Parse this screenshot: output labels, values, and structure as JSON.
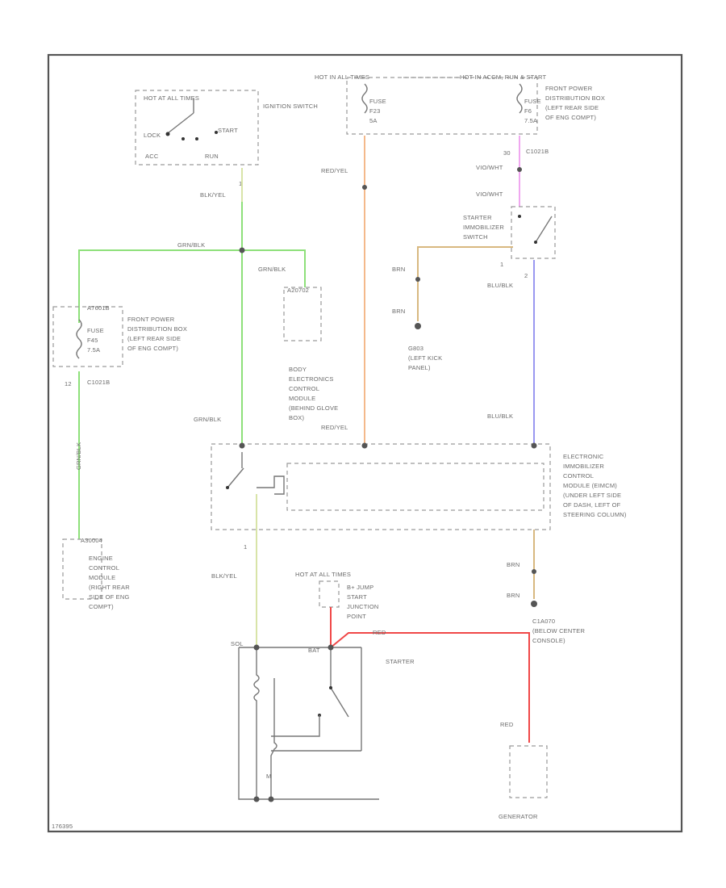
{
  "colors": {
    "grn_blk": "#8ee07a",
    "red_yel": "#f4b98b",
    "vio_wht": "#f0a8f0",
    "blu_blk": "#9a98f0",
    "brn": "#d8b880",
    "red": "#f04848",
    "blk_yel": "#d8e4a8"
  },
  "labels": {
    "ign_hot": "HOT AT ALL TIMES",
    "ign_name": "IGNITION SWITCH",
    "ign_lock": "LOCK",
    "ign_acc": "ACC",
    "ign_run": "RUN",
    "ign_start": "START",
    "fuse_top_hot1": "HOT IN ALL TIMES",
    "fuse_top_hot2": "HOT IN ACCM, RUN & START",
    "fuse_top_f1": "FUSE",
    "fuse_top_f1n": "F23",
    "fuse_top_f1a": "5A",
    "fuse_top_f2": "FUSE",
    "fuse_top_f2n": "F6",
    "fuse_top_f2a": "7.5A",
    "fuse_top_name1": "FRONT POWER",
    "fuse_top_name2": "DISTRIBUTION BOX",
    "fuse_top_name3": "(LEFT REAR SIDE",
    "fuse_top_name4": "OF ENG COMPT)",
    "conn_c1": "C1021B",
    "wire_vio1": "VIO/WHT",
    "wire_vio2": "VIO/WHT",
    "starter_imm1": "STARTER",
    "starter_imm2": "IMMOBILIZER",
    "starter_imm3": "SWITCH",
    "wire_blk_yel_top": "BLK/YEL",
    "wire_red_yel_top": "RED/YEL",
    "wire_grn_blk1": "GRN/BLK",
    "wire_grn_blk2": "GRN/BLK",
    "wire_grn_blk3": "GRN/BLK",
    "wire_grn_blk4": "GRN/BLK",
    "wire_brn1": "BRN",
    "wire_brn2": "BRN",
    "wire_blu_blk1": "BLU/BLK",
    "wire_blu_blk2": "BLU/BLK",
    "wire_red_yel2": "RED/YEL",
    "g_brn_conn": "G803",
    "g_brn_name1": "(LEFT KICK",
    "g_brn_name2": "PANEL)",
    "fuse_left_conn": "A7601B",
    "fuse_left_f": "FUSE",
    "fuse_left_fn": "F45",
    "fuse_left_fa": "7.5A",
    "fuse_left_name1": "FRONT POWER",
    "fuse_left_name2": "DISTRIBUTION BOX",
    "fuse_left_name3": "(LEFT REAR SIDE",
    "fuse_left_name4": "OF ENG COMPT)",
    "fuse_left_c": "C1021B",
    "fuse_left_pin": "12",
    "becm_conn": "A20702",
    "becm1": "BODY",
    "becm2": "ELECTRONICS",
    "becm3": "CONTROL",
    "becm4": "MODULE",
    "becm5": "(BEHIND GLOVE",
    "becm6": "BOX)",
    "ecm_conn": "A30004",
    "ecm1": "ENGINE",
    "ecm2": "CONTROL",
    "ecm3": "MODULE",
    "ecm4": "(RIGHT REAR",
    "ecm5": "SIDE OF ENG",
    "ecm6": "COMPT)",
    "eim1": "ELECTRONIC",
    "eim2": "IMMOBILIZER",
    "eim3": "CONTROL",
    "eim4": "MODULE (EIMCM)",
    "eim5": "(UNDER LEFT SIDE",
    "eim6": "OF DASH, LEFT OF",
    "eim7": "STEERING COLUMN)",
    "wire_blk_yel_bot": "BLK/YEL",
    "wire_brn3": "BRN",
    "wire_brn4": "BRN",
    "g_bot": "C1A070",
    "g_bot_name1": "(BELOW CENTER",
    "g_bot_name2": "CONSOLE)",
    "jump_hot": "HOT AT ALL TIMES",
    "jump1": "B+ JUMP",
    "jump2": "START",
    "jump3": "JUNCTION",
    "jump4": "POINT",
    "wire_red1": "RED",
    "wire_red2": "RED",
    "starter_name": "STARTER",
    "starter_sl": "SOL",
    "starter_bat": "BAT",
    "starter_m": "M",
    "generator": "GENERATOR",
    "pin_1": "1",
    "pin_2": "2",
    "footer_id": "176395"
  }
}
